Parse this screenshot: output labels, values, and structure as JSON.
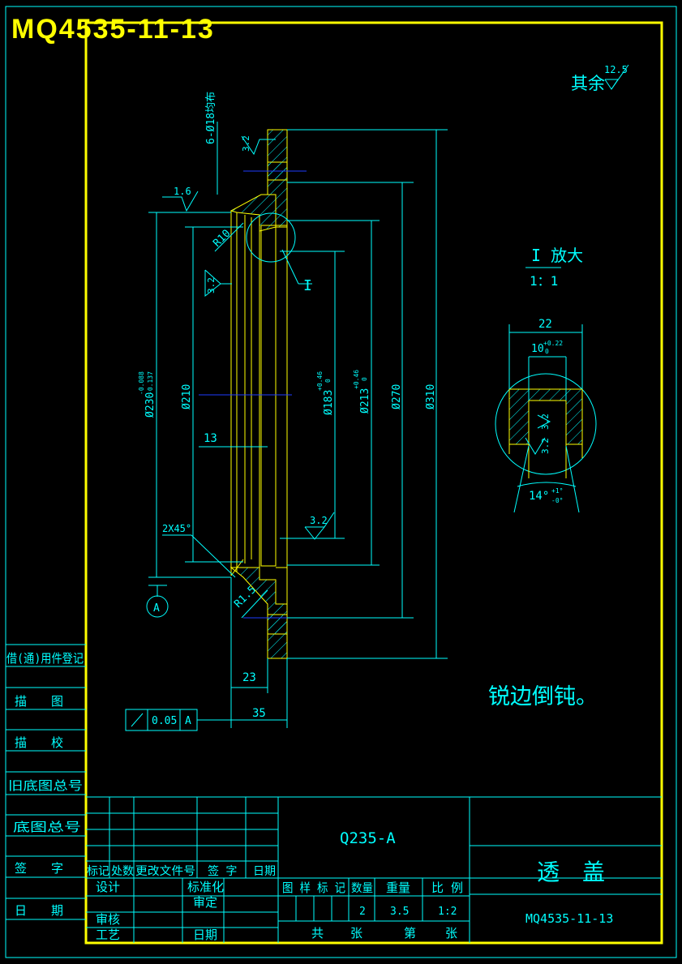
{
  "drawing_number_banner": "MQ4535-11-13",
  "surface_note": {
    "prefix": "其余",
    "value": "12.5"
  },
  "detail_view": {
    "title": "I 放大",
    "scale": "1：1"
  },
  "detail_label": "I",
  "notes": {
    "deburr": "锐边倒钝。"
  },
  "dimensions": {
    "holes": "6-Ø18均布",
    "d230": "Ø230",
    "d230_tol_up": "-0.088",
    "d230_tol_lo": "-0.137",
    "d210": "Ø210",
    "d183": "Ø183",
    "d183_tol": "+0.46",
    "d183_tol0": "0",
    "d213": "Ø213",
    "d213_tol": "+0.46",
    "d213_tol0": "0",
    "d270": "Ø270",
    "d310": "Ø310",
    "r10": "R10",
    "r15": "R1.5",
    "chamfer": "2X45°",
    "w13": "13",
    "w23": "23",
    "w35": "35",
    "rough_32a": "3.2",
    "rough_16": "1.6",
    "rough_32b": "3.2",
    "rough_32c": "3.2",
    "datum": "A"
  },
  "detail_dims": {
    "w22": "22",
    "w10": "10",
    "w10_tol": "+0.22",
    "w10_tol0": "0",
    "r32a": "3.2",
    "r32b": "3.2",
    "angle": "14°",
    "angle_tol_up": "+1°",
    "angle_tol_lo": "-0°"
  },
  "tolerance_frame": {
    "value": "0.05",
    "datum": "A"
  },
  "left_column": [
    "借(通)用件登记",
    "描　　图",
    "描　　校",
    "旧底图总号",
    "底图总号",
    "签　　字",
    "日　　期"
  ],
  "title_block": {
    "material": "Q235-A",
    "part_name": "透　盖",
    "drawing_no": "MQ4535-11-13",
    "h_mark": "标记",
    "h_count": "处数",
    "h_change": "更改文件号",
    "h_sign": "签 字",
    "h_date": "日期",
    "design": "设计",
    "standard": "标准化",
    "review": "审定",
    "check": "审核",
    "process": "工艺",
    "date": "日期",
    "h_stage": "图 样 标 记",
    "h_qty": "数量",
    "h_weight": "重量",
    "h_scale": "比 例",
    "qty": "2",
    "weight": "3.5",
    "scale": "1:2",
    "total": "共",
    "sheets": "张",
    "page": "第",
    "sheet": "张"
  }
}
